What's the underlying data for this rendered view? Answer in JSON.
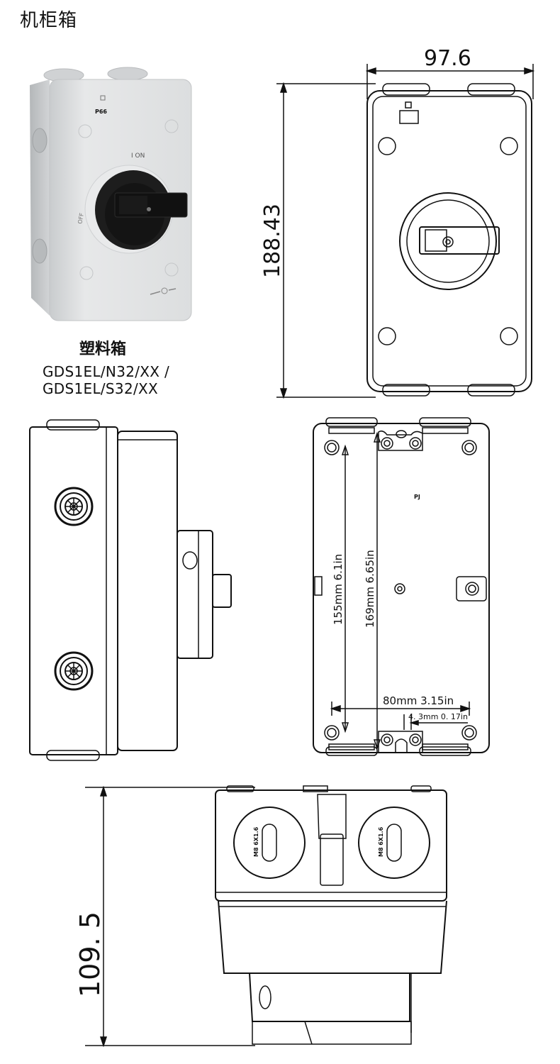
{
  "header": {
    "title": "机柜箱"
  },
  "product": {
    "caption": "塑料箱",
    "models": [
      "GDS1EL/N32/XX  /",
      "GDS1EL/S32/XX"
    ],
    "photo_labels": {
      "on": "I ON",
      "off": "OFF",
      "ip": "P66"
    }
  },
  "dimensions": {
    "front_width": "97.6",
    "front_height": "188.43",
    "back_hole_span_short": "155mm 6.1in",
    "back_hole_span_long": "169mm 6.65in",
    "back_hole_pitch": "80mm 3.15in",
    "back_slot": "4. 3mm 0. 17in",
    "bottom_depth": "109. 5"
  },
  "drawing_labels": {
    "gland_text": "M8 6X1.6",
    "back_mark": "PJ"
  }
}
